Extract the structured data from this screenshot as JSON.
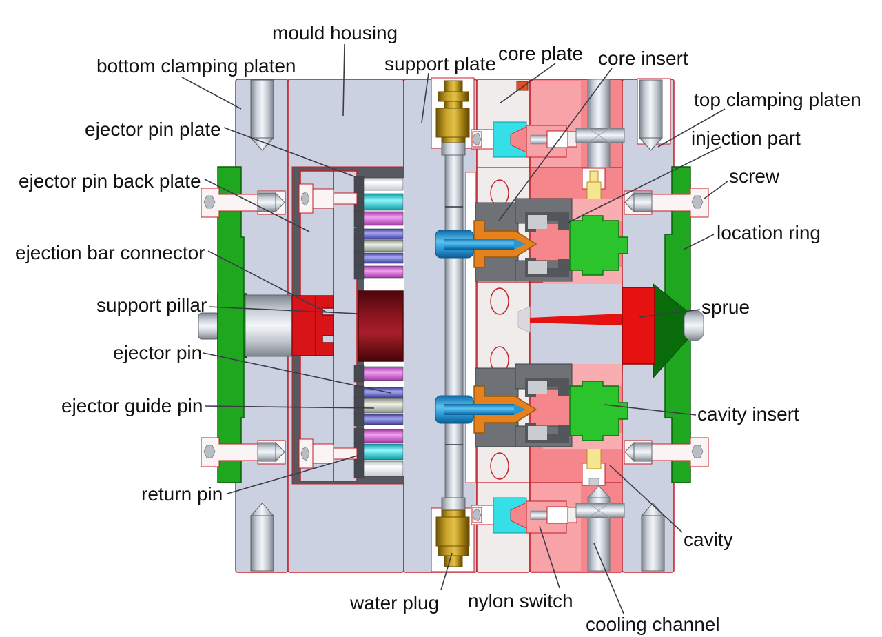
{
  "diagram": {
    "type": "technical-illustration",
    "subject": "plastic injection mould cross-section",
    "labels": [
      {
        "id": "mould-housing",
        "text": "mould housing"
      },
      {
        "id": "bottom-clamping-platen",
        "text": "bottom clamping platen"
      },
      {
        "id": "support-plate",
        "text": "support plate"
      },
      {
        "id": "core-plate",
        "text": "core plate"
      },
      {
        "id": "core-insert",
        "text": "core insert"
      },
      {
        "id": "top-clamping-platen",
        "text": "top clamping platen"
      },
      {
        "id": "injection-part",
        "text": "injection part"
      },
      {
        "id": "screw",
        "text": "screw"
      },
      {
        "id": "location-ring",
        "text": "location ring"
      },
      {
        "id": "sprue",
        "text": "sprue"
      },
      {
        "id": "cavity-insert",
        "text": "cavity insert"
      },
      {
        "id": "cavity",
        "text": "cavity"
      },
      {
        "id": "cooling-channel",
        "text": "cooling channel"
      },
      {
        "id": "nylon-switch",
        "text": "nylon switch"
      },
      {
        "id": "water-plug",
        "text": "water plug"
      },
      {
        "id": "return-pin",
        "text": "return pin"
      },
      {
        "id": "ejector-guide-pin",
        "text": "ejector guide pin"
      },
      {
        "id": "ejector-pin",
        "text": "ejector pin"
      },
      {
        "id": "support-pillar",
        "text": "support pillar"
      },
      {
        "id": "ejection-bar-connector",
        "text": "ejection bar connector"
      },
      {
        "id": "ejector-pin-back-plate",
        "text": "ejector pin back plate"
      },
      {
        "id": "ejector-pin-plate",
        "text": "ejector pin plate"
      }
    ],
    "colors": {
      "background": "#ffffff",
      "plate_gray": "#ccd1e2",
      "core_plate_white": "#f1ecec",
      "cavity_plate_pink": "#f4868c",
      "moulded_part_light_pink": "#f8aeb1",
      "outline_red": "#c41e26",
      "insert_green": "#2cc42c",
      "location_ring_green": "#1fa81f",
      "sprue_red": "#e61212",
      "support_pillar_maroon": "#8c1420",
      "sprue_bush_orange": "#e6821e",
      "cooling_blue": "#2a96d2",
      "water_plug_brass": "#c9a22a",
      "pin_cyan": "#35dfe8",
      "pin_magenta": "#e060d8",
      "pin_purple": "#7070d8",
      "dark_steel": "#56595f",
      "label_text": "#111111"
    }
  }
}
